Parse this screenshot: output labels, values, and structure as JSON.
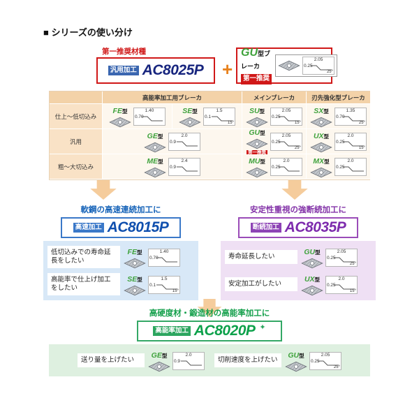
{
  "page": {
    "title": "■ シリーズの使い分け"
  },
  "top": {
    "label": "第一推奨材種",
    "grade_badge": "汎用加工",
    "grade": "AC8025P",
    "plus": "+",
    "breaker": {
      "type": "GU",
      "suffix": "型ブレーカ",
      "badge": "第一推奨",
      "dims": [
        "2.05",
        "0.25",
        "25°"
      ]
    }
  },
  "table": {
    "col_headers": [
      "高能率加工用ブレーカ",
      "メインブレーカ",
      "刃先強化型ブレーカ"
    ],
    "row_labels": [
      "仕上〜低切込み",
      "汎用",
      "粗〜大切込み"
    ],
    "cells": {
      "fe": {
        "type": "FE",
        "suffix": "型",
        "dims": [
          "1.40",
          "0.70"
        ]
      },
      "se": {
        "type": "SE",
        "suffix": "型",
        "dims": [
          "1.5",
          "0.1",
          "15°"
        ]
      },
      "su": {
        "type": "SU",
        "suffix": "型",
        "dims": [
          "2.05",
          "0.25",
          "15°"
        ]
      },
      "sx": {
        "type": "SX",
        "suffix": "型",
        "dims": [
          "1.35",
          "0.70",
          "25°"
        ]
      },
      "ge": {
        "type": "GE",
        "suffix": "型",
        "dims": [
          "2.0",
          "0.9"
        ]
      },
      "gu": {
        "type": "GU",
        "suffix": "型",
        "badge": "第一推奨",
        "dims": [
          "2.05",
          "0.25",
          "25°"
        ]
      },
      "ux": {
        "type": "UX",
        "suffix": "型",
        "dims": [
          "2.0",
          "0.25",
          "15°"
        ]
      },
      "me": {
        "type": "ME",
        "suffix": "型",
        "dims": [
          "2.4",
          "0.9"
        ]
      },
      "mu": {
        "type": "MU",
        "suffix": "型",
        "dims": [
          "2.0",
          "0.25"
        ]
      },
      "mx": {
        "type": "MX",
        "suffix": "型",
        "dims": [
          "2.0",
          "0.25"
        ]
      }
    }
  },
  "panels": {
    "left": {
      "header": "軟鋼の高速連続加工に",
      "badge": "高速加工",
      "grade": "AC8015P",
      "rows": [
        {
          "text": "低切込みでの寿命延長をしたい",
          "insert": {
            "type": "FE",
            "suffix": "型",
            "dims": [
              "1.40",
              "0.70"
            ]
          }
        },
        {
          "text": "高能率で仕上げ加工をしたい",
          "insert": {
            "type": "SE",
            "suffix": "型",
            "dims": [
              "1.5",
              "0.1",
              "15°"
            ]
          }
        }
      ]
    },
    "right": {
      "header": "安定性重視の強断続加工に",
      "badge": "断続加工",
      "grade": "AC8035P",
      "rows": [
        {
          "text": "寿命延長したい",
          "insert": {
            "type": "GU",
            "suffix": "型",
            "dims": [
              "2.05",
              "0.25",
              "25°"
            ]
          }
        },
        {
          "text": "安定加工がしたい",
          "insert": {
            "type": "UX",
            "suffix": "型",
            "dims": [
              "2.0",
              "0.25",
              "15°"
            ]
          }
        }
      ]
    },
    "bottom": {
      "header": "高硬度材・鍛造材の高能率加工に",
      "badge": "高能率加工",
      "grade": "AC8020P",
      "sparkle": "✦",
      "rows": [
        {
          "text": "送り量を上げたい",
          "insert": {
            "type": "GE",
            "suffix": "型",
            "dims": [
              "2.0",
              "0.9"
            ]
          }
        },
        {
          "text": "切削速度を上げたい",
          "insert": {
            "type": "GU",
            "suffix": "型",
            "dims": [
              "2.05",
              "0.25",
              "25°"
            ]
          }
        }
      ]
    }
  },
  "colors": {
    "accent_red": "#d01818",
    "grade_main": "#17257e",
    "grade_speed": "#0f4fae",
    "grade_interrupt": "#7d2bad",
    "grade_efficiency": "#0da14b",
    "type_green": "#3fa23c",
    "arrow": "#f5cc9c"
  }
}
